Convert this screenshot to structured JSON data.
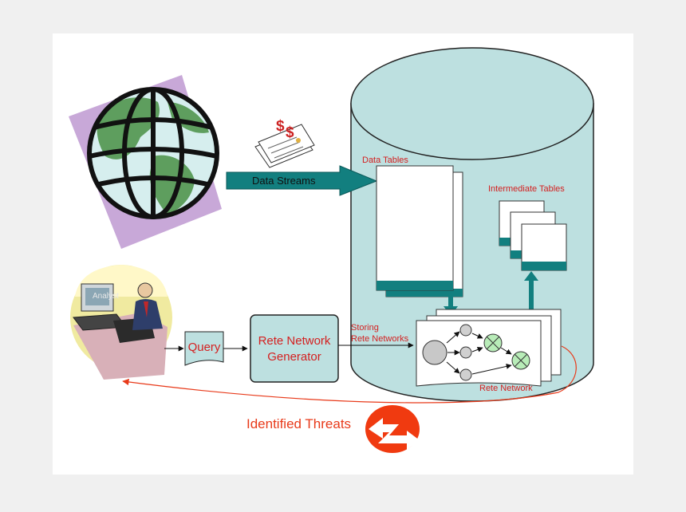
{
  "labels": {
    "data_streams": "Data Streams",
    "data_tables": "Data Tables",
    "intermediate_tables": "Intermediate Tables",
    "analyst": "Analyst",
    "query": "Query",
    "rete_generator_line1": "Rete Network",
    "rete_generator_line2": "Generator",
    "storing_line1": "Storing",
    "storing_line2": "Rete Networks",
    "rete_network": "Rete Network",
    "identified_threats": "Identified Threats"
  },
  "colors": {
    "background": "#f0f0f0",
    "panel": "#ffffff",
    "cylinder": "#bde0e0",
    "teal": "#127f7f",
    "red_text": "#d42020",
    "threat_orange": "#f03a10",
    "globe_shadow": "#c8a8d8",
    "globe_land": "#5e9e5e"
  },
  "icons": {
    "globe": "globe-icon",
    "documents": "documents-icon",
    "analyst": "analyst-computer-icon",
    "threat": "threat-arrow-icon"
  }
}
